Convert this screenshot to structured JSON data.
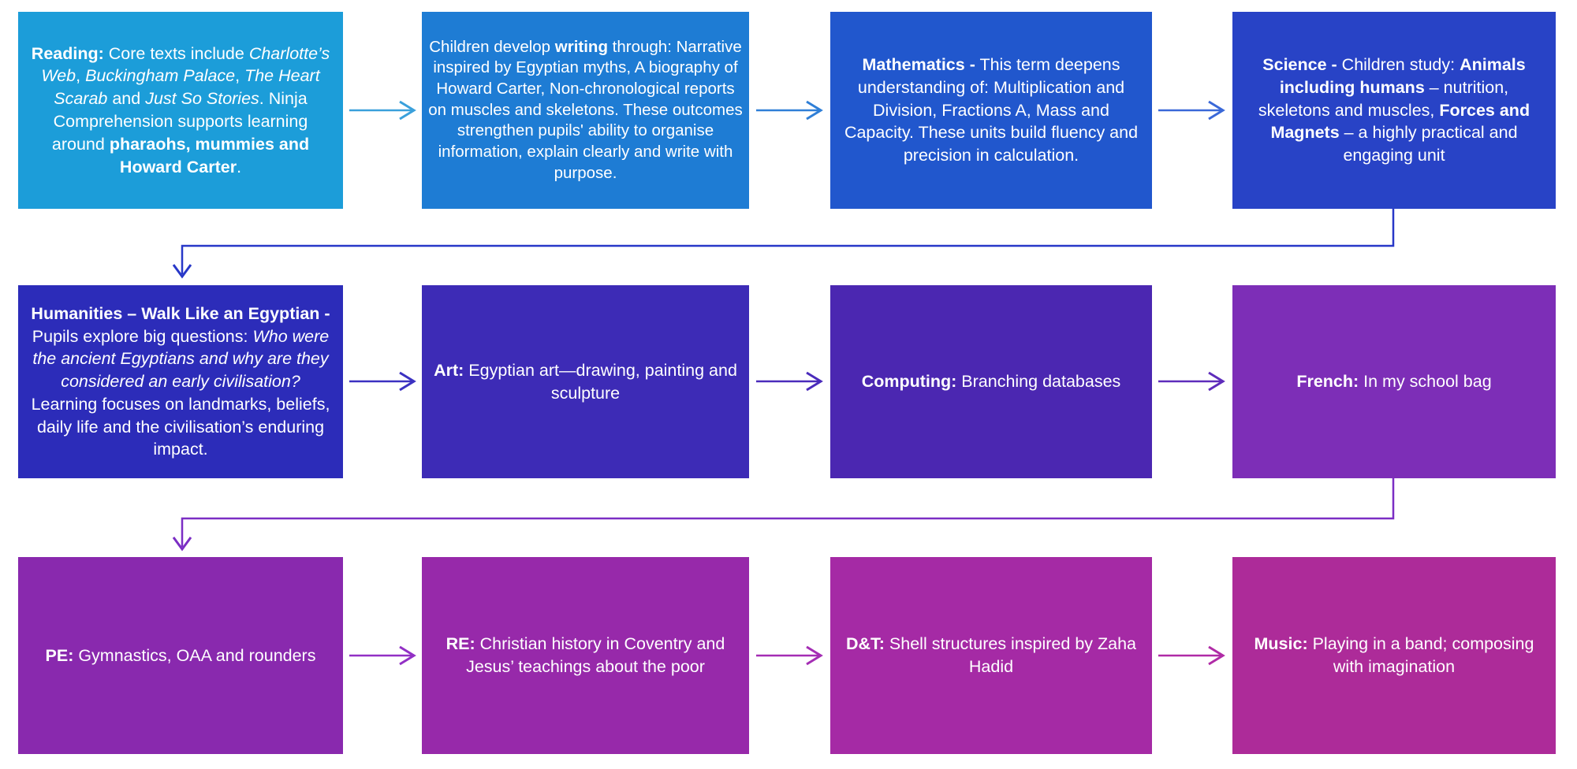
{
  "canvas": {
    "background": "#FFFFFF",
    "text_color": "#FFFFFF"
  },
  "boxes": [
    {
      "subject": "Reading",
      "color": "#1C9DD9",
      "segments": [
        {
          "t": "Reading:",
          "b": true
        },
        {
          "t": " Core texts include "
        },
        {
          "t": "Charlotte’s Web",
          "i": true
        },
        {
          "t": ", "
        },
        {
          "t": "Buckingham Palace",
          "i": true
        },
        {
          "t": ", "
        },
        {
          "t": "The Heart Scarab",
          "i": true
        },
        {
          "t": " and "
        },
        {
          "t": "Just So Stories",
          "i": true
        },
        {
          "t": ". Ninja Comprehension supports learning around "
        },
        {
          "t": "pharaohs, mummies and Howard Carter",
          "b": true
        },
        {
          "t": "."
        }
      ]
    },
    {
      "subject": "Writing",
      "color": "#1E7CD4",
      "segments": [
        {
          "t": "Children develop "
        },
        {
          "t": "writing",
          "b": true
        },
        {
          "t": " through: Narrative inspired by Egyptian myths, A biography of Howard Carter, Non-chronological reports on muscles and skeletons. These outcomes strengthen pupils' ability to organise information, explain clearly and write with purpose."
        }
      ]
    },
    {
      "subject": "Mathematics",
      "color": "#2157CD",
      "segments": [
        {
          "t": "Mathematics -",
          "b": true
        },
        {
          "t": " This term deepens understanding of: Multiplication and Division, Fractions A, Mass and Capacity. These units build fluency and precision in calculation."
        }
      ]
    },
    {
      "subject": "Science",
      "color": "#2843C6",
      "segments": [
        {
          "t": "Science -",
          "b": true
        },
        {
          "t": " Children study: "
        },
        {
          "t": "Animals including humans",
          "b": true
        },
        {
          "t": " – nutrition, skeletons and muscles, "
        },
        {
          "t": "Forces and Magnets",
          "b": true
        },
        {
          "t": " – a highly practical and engaging unit"
        }
      ]
    },
    {
      "subject": "Humanities",
      "color": "#2C2CB9",
      "segments": [
        {
          "t": "Humanities – Walk Like an Egyptian - ",
          "b": true
        },
        {
          "t": "Pupils explore big questions: "
        },
        {
          "t": "Who were the ancient Egyptians and why are they considered an early civilisation?",
          "i": true
        },
        {
          "t": " Learning focuses on landmarks, beliefs, daily life and the civilisation’s enduring impact."
        }
      ]
    },
    {
      "subject": "Art",
      "color": "#3D2BB6",
      "segments": [
        {
          "t": "Art:",
          "b": true
        },
        {
          "t": " Egyptian art—drawing, painting and sculpture"
        }
      ]
    },
    {
      "subject": "Computing",
      "color": "#4B27B1",
      "segments": [
        {
          "t": "Computing:",
          "b": true
        },
        {
          "t": " Branching databases"
        }
      ]
    },
    {
      "subject": "French",
      "color": "#7D2EB7",
      "segments": [
        {
          "t": "French:",
          "b": true
        },
        {
          "t": " In my school bag"
        }
      ]
    },
    {
      "subject": "PE",
      "color": "#8929AE",
      "segments": [
        {
          "t": "PE:",
          "b": true
        },
        {
          "t": " Gymnastics, OAA and rounders"
        }
      ]
    },
    {
      "subject": "RE",
      "color": "#9729AA",
      "segments": [
        {
          "t": "RE:",
          "b": true
        },
        {
          "t": " Christian history in Coventry and Jesus’ teachings about the poor"
        }
      ]
    },
    {
      "subject": "D&T",
      "color": "#A52AA5",
      "segments": [
        {
          "t": "D&T:",
          "b": true
        },
        {
          "t": " Shell structures inspired by Zaha Hadid"
        }
      ]
    },
    {
      "subject": "Music",
      "color": "#AD2B99",
      "segments": [
        {
          "t": "Music:",
          "b": true
        },
        {
          "t": " Playing in a band; composing with imagination"
        }
      ]
    }
  ],
  "arrows": [
    {
      "name": "reading-to-writing",
      "type": "horizontal",
      "color": "#3AA0DB"
    },
    {
      "name": "writing-to-mathematics",
      "type": "horizontal",
      "color": "#2F7FD7"
    },
    {
      "name": "mathematics-to-science",
      "type": "horizontal",
      "color": "#3A68D8"
    },
    {
      "name": "science-to-humanities",
      "type": "elbow",
      "color": "#2838C8"
    },
    {
      "name": "humanities-to-art",
      "type": "horizontal",
      "color": "#3B31C1"
    },
    {
      "name": "art-to-computing",
      "type": "horizontal",
      "color": "#4A2BBB"
    },
    {
      "name": "computing-to-french",
      "type": "horizontal",
      "color": "#5E2CBB"
    },
    {
      "name": "french-to-pe",
      "type": "elbow",
      "color": "#7B2EC4"
    },
    {
      "name": "pe-to-re",
      "type": "horizontal",
      "color": "#9230C5"
    },
    {
      "name": "re-to-dt",
      "type": "horizontal",
      "color": "#A42DB4"
    },
    {
      "name": "dt-to-music",
      "type": "horizontal",
      "color": "#B02BA6"
    }
  ]
}
